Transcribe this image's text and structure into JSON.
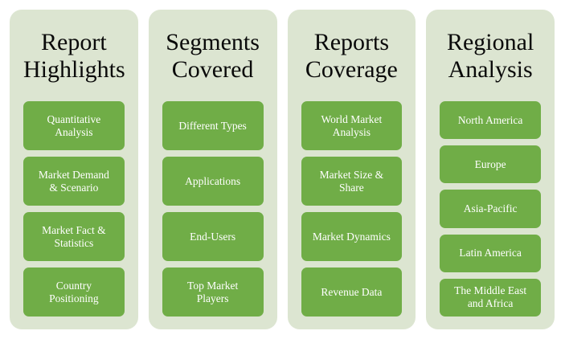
{
  "theme": {
    "page_background": "#ffffff",
    "panel_background": "#DCE5D1",
    "pill_background": "#70AD47",
    "pill_text_color": "#ffffff",
    "title_text_color": "#0a0a0a"
  },
  "panels": [
    {
      "id": "report-highlights",
      "title": "Report\nHighlights",
      "items": [
        "Quantitative\nAnalysis",
        "Market Demand\n& Scenario",
        "Market Fact &\nStatistics",
        "Country\nPositioning"
      ]
    },
    {
      "id": "segments-covered",
      "title": "Segments\nCovered",
      "items": [
        "Different Types",
        "Applications",
        "End-Users",
        "Top Market\nPlayers"
      ]
    },
    {
      "id": "reports-coverage",
      "title": "Reports\nCoverage",
      "items": [
        "World Market\nAnalysis",
        "Market Size &\nShare",
        "Market Dynamics",
        "Revenue Data"
      ]
    },
    {
      "id": "regional-analysis",
      "title": "Regional\nAnalysis",
      "items": [
        "North America",
        "Europe",
        "Asia-Pacific",
        "Latin America",
        "The Middle East\nand Africa"
      ]
    }
  ]
}
